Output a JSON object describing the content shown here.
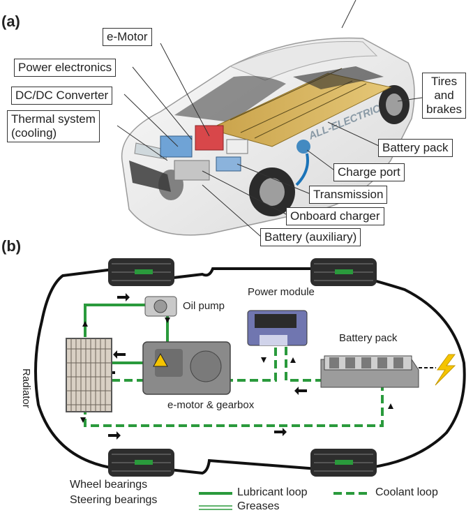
{
  "panel_a": {
    "label": "(a)",
    "callouts": {
      "e_motor": "e-Motor",
      "power_electronics": "Power electronics",
      "dcdc": "DC/DC Converter",
      "thermal_1": "Thermal system",
      "thermal_2": "(cooling)",
      "tires_1": "Tires",
      "tires_2": "and",
      "tires_3": "brakes",
      "battery_pack": "Battery pack",
      "charge_port": "Charge port",
      "transmission": "Transmission",
      "onboard_charger": "Onboard charger",
      "battery_aux": "Battery (auxiliary)"
    },
    "car_text": "ALL-ELECTRIC"
  },
  "panel_b": {
    "label": "(b)",
    "components": {
      "oil_pump": "Oil pump",
      "power_module": "Power module",
      "battery_pack": "Battery pack",
      "radiator": "Radiator",
      "emotor_gearbox": "e-motor & gearbox"
    },
    "notes": {
      "wheel_bearings": "Wheel bearings",
      "steering_bearings": "Steering bearings"
    },
    "legend": {
      "lubricant": "Lubricant loop",
      "coolant": "Coolant loop",
      "greases": "Greases"
    },
    "colors": {
      "loop_green": "#2a9a3c",
      "bolt": "#f5c400"
    }
  }
}
